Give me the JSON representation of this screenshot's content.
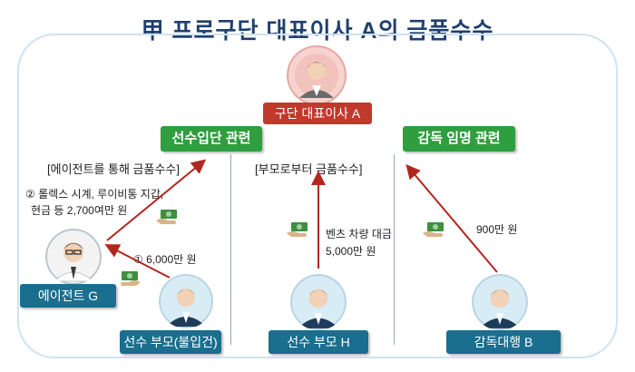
{
  "title": "甲 프로구단 대표이사 A의 금품수수",
  "colors": {
    "title": "#1f3f6e",
    "ceo_label": "#c0392b",
    "category": "#2e9e3e",
    "person_label": "#1a6e8e",
    "arrow": "#b3261e",
    "frame": "#cfe3f0"
  },
  "ceo": {
    "label": "구단 대표이사 A"
  },
  "categories": {
    "left": "선수입단 관련",
    "right": "감독 임명 관련"
  },
  "sections": {
    "left_heading": "[에이전트를 통해 금품수수]",
    "middle_heading": "[부모로부터 금품수수]"
  },
  "persons": {
    "agent": "에이전트 G",
    "parent_left": "선수 부모(불입건)",
    "parent_h": "선수 부모 H",
    "coach": "감독대행 B"
  },
  "amounts": {
    "agent_line1": "② 롤렉스 시계, 루이비통 지갑,",
    "agent_line2": "현금 등 2,700여만 원",
    "parent_to_agent": "① 6,000만 원",
    "h_line1": "벤츠 차량 대금",
    "h_line2": "5,000만 원",
    "coach": "900만 원"
  },
  "icons": {
    "person": "person-icon",
    "money": "money-hand-icon"
  }
}
